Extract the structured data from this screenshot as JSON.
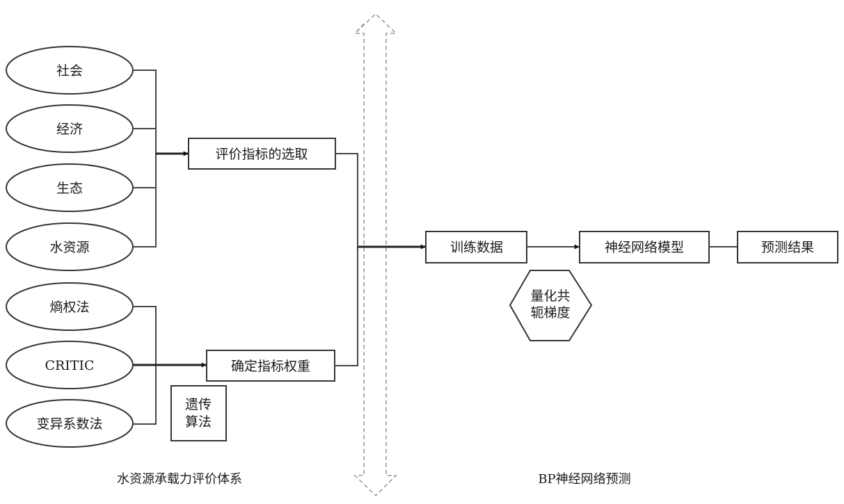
{
  "left_panel": {
    "factors": [
      "社会",
      "经济",
      "生态",
      "水资源"
    ],
    "indicator_selection": "评价指标的选取",
    "weight_methods": [
      "熵权法",
      "CRITIC",
      "变异系数法"
    ],
    "weight_determination": "确定指标权重",
    "optimizer": [
      "遗传",
      "算法"
    ],
    "caption": "水资源承载力评价体系"
  },
  "right_panel": {
    "training_data": "训练数据",
    "network_model": "神经网络模型",
    "result": "预测结果",
    "training_algorithm": [
      "量化共",
      "轭梯度"
    ],
    "caption": "BP神经网络预测"
  },
  "colors": {
    "stroke": "#333333",
    "divider": "#9a9a9a",
    "background": "#ffffff"
  }
}
